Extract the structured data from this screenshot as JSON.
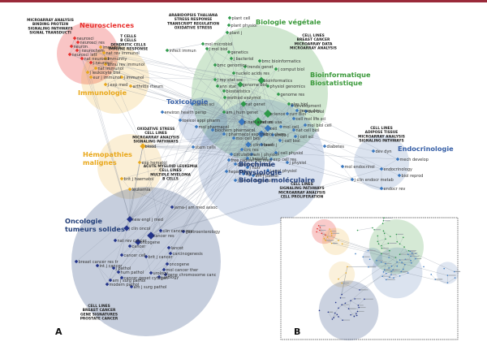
{
  "colors": {
    "topbar": "#9a2a3a",
    "edge": "#7c8698",
    "neuro": "#e8302d",
    "immuno": "#e9a81c",
    "bio_veg": "#3c9a3c",
    "bioinfo": "#3c9a3c",
    "toxico": "#3a62a8",
    "hemato": "#e9a81c",
    "endo": "#3a62a8",
    "biochimie": "#24407a",
    "oncologie": "#24407a",
    "node_green": "#2e9a4a",
    "node_blue": "#3a78c0",
    "node_navy": "#22338a",
    "node_small": "#6a90b0"
  },
  "panel_a": "A",
  "panel_b": "B",
  "clusters": [
    {
      "id": "neuro",
      "label": [
        "Neurosciences"
      ],
      "color": "neuro"
    },
    {
      "id": "immuno",
      "label": [
        "Immunologie"
      ],
      "color": "immuno"
    },
    {
      "id": "bio_veg",
      "label": [
        "Biologie végétale"
      ],
      "color": "bio_veg"
    },
    {
      "id": "bioinfo",
      "label": [
        "Bioinformatique",
        "Biostatistique"
      ],
      "color": "bioinfo"
    },
    {
      "id": "toxico",
      "label": [
        "Toxicologie"
      ],
      "color": "toxico"
    },
    {
      "id": "hemato",
      "label": [
        "Hémopathies",
        "malignes"
      ],
      "color": "hemato"
    },
    {
      "id": "endo",
      "label": [
        "Endocrinologie"
      ],
      "color": "endo"
    },
    {
      "id": "biochimie",
      "label": [
        "Biochimie",
        "Physiologie",
        "Biologie moléculaire"
      ],
      "color": "biochimie"
    },
    {
      "id": "oncologie",
      "label": [
        "Oncologie",
        "tumeurs solides"
      ],
      "color": "oncologie"
    }
  ],
  "annotations": [
    {
      "id": "neuro",
      "lines": [
        "MICROARRAY ANALYSIS",
        "BINDING PROTEIN",
        "SIGNALING PATHWAYS",
        "SIGNAL TRANSDUCTI"
      ]
    },
    {
      "id": "immuno",
      "lines": [
        "T CELLS",
        "B CELLS",
        "DENDRITIC CELLS",
        "IMMUNE RESPONSE"
      ]
    },
    {
      "id": "plant",
      "lines": [
        "ARABIDOPSIS THALIANA",
        "STRESS RESPONSE",
        "TRANSCRIPT REGULATION",
        "OXIDATIVE STRESS"
      ]
    },
    {
      "id": "bioinfo",
      "lines": [
        "CELL LINES",
        "BREAST CANCER",
        "MICROARRAY DATA",
        "MICROARRAY ANALYSIS"
      ]
    },
    {
      "id": "toxico",
      "lines": [
        "OXIDATIVE STRESS",
        "CELL LINES",
        "MICROARRAY ANALYSIS",
        "SIGNALING PATHWAYS"
      ]
    },
    {
      "id": "endo",
      "lines": [
        "CELL LINES",
        "ADIPOSE TISSUE",
        "MICROARRAY ANALYSIS",
        "SIGNALING PATHWAYS"
      ]
    },
    {
      "id": "hemato",
      "lines": [
        "ACUTE MYELOID LEUKEMIA",
        "CELL LINES",
        "MULTIPLE MYELOMA",
        "B CELLS"
      ]
    },
    {
      "id": "biochimie",
      "lines": [
        "CELL LINES",
        "SIGNALING PATHWAYS",
        "MICROARRAY ANALYSIS",
        "CELL PROLIFERATION"
      ]
    },
    {
      "id": "oncologie",
      "lines": [
        "CELL LINES",
        "BREAST CANCER",
        "GENE SIGNATURES",
        "PROSTATE CANCER"
      ]
    }
  ],
  "node_labels": [
    {
      "id": "neurosci",
      "text": "neurosci"
    },
    {
      "id": "neurosci-res",
      "text": "neurosci res"
    },
    {
      "id": "neuron",
      "text": "neuron"
    },
    {
      "id": "j-neurochem",
      "text": "j neurochem"
    },
    {
      "id": "neurosci-lett",
      "text": "neurosci lett"
    },
    {
      "id": "nat-neurosci",
      "text": "nat neurosci"
    },
    {
      "id": "j-neurosci",
      "text": "j neurosci"
    },
    {
      "id": "immunol",
      "text": "immunol"
    },
    {
      "id": "nat-rev-immunol",
      "text": "nat rev immunol"
    },
    {
      "id": "immunity",
      "text": "immunity"
    },
    {
      "id": "annu-rev-immunol",
      "text": "annu rev immunol"
    },
    {
      "id": "nat-immunol",
      "text": "nat immunol"
    },
    {
      "id": "leukocyte-biol",
      "text": "j leukocyte biol"
    },
    {
      "id": "eur-j-immunol",
      "text": "eur j immunol"
    },
    {
      "id": "j-immunol",
      "text": "j immunol"
    },
    {
      "id": "j-exp-med",
      "text": "j exp med"
    },
    {
      "id": "arthritis-rheum",
      "text": "arthritis rheum"
    },
    {
      "id": "infect-immun",
      "text": "infect immun"
    },
    {
      "id": "mol-microbiol",
      "text": "mol microbiol"
    },
    {
      "id": "plant-physiol",
      "text": "plant physiol"
    },
    {
      "id": "plant-cell",
      "text": "plant cell"
    },
    {
      "id": "plant-j",
      "text": "plant j"
    },
    {
      "id": "j-mol-biol",
      "text": "j mol biol"
    },
    {
      "id": "bmc-genomics",
      "text": "bmc genomics"
    },
    {
      "id": "genetics",
      "text": "genetics"
    },
    {
      "id": "j-bacteriol",
      "text": "j bacteriol"
    },
    {
      "id": "bmc-bioinf",
      "text": "bmc bioinformatics"
    },
    {
      "id": "trends-genet",
      "text": "trends genet"
    },
    {
      "id": "comput-biol",
      "text": "j comput biol"
    },
    {
      "id": "nucleic-acids",
      "text": "nucleic acids res"
    },
    {
      "id": "j-roy-stat",
      "text": "j roy stat soc"
    },
    {
      "id": "ann-stat",
      "text": "ann stat"
    },
    {
      "id": "biostatistics",
      "text": "biostatistics"
    },
    {
      "id": "physiol-genomics",
      "text": "physiol genomics"
    },
    {
      "id": "bioinformatics",
      "text": "bioinformatics"
    },
    {
      "id": "method-enzymol",
      "text": "method enzymol"
    },
    {
      "id": "genome-res",
      "text": "genome res"
    },
    {
      "id": "plos-biol",
      "text": "plos biol"
    },
    {
      "id": "genome-biol",
      "text": "genome biol"
    },
    {
      "id": "nat-genet",
      "text": "nat genet"
    },
    {
      "id": "am-j-hum-genet",
      "text": "am j hum genet"
    },
    {
      "id": "science",
      "text": "science"
    },
    {
      "id": "nature",
      "text": "nature"
    },
    {
      "id": "pnas",
      "text": "p natl acad sci usa"
    },
    {
      "id": "cell",
      "text": "cell"
    },
    {
      "id": "j-biol-chem",
      "text": "j biol chem"
    },
    {
      "id": "mol-cell",
      "text": "mol cell"
    },
    {
      "id": "cell-mol-life",
      "text": "cell mol life sci"
    },
    {
      "id": "curr-biol",
      "text": "curr biol"
    },
    {
      "id": "embo-j",
      "text": "embo j"
    },
    {
      "id": "genes-dev",
      "text": "genes dev"
    },
    {
      "id": "nat-cell-biol",
      "text": "nat cell biol"
    },
    {
      "id": "j-cell-biol",
      "text": "j cell biol"
    },
    {
      "id": "j-cell-sci",
      "text": "j cell sci"
    },
    {
      "id": "mol-cell-biol",
      "text": "mol cell biol"
    },
    {
      "id": "mol-biol-cell",
      "text": "mol biol cell"
    },
    {
      "id": "dev-biol",
      "text": "dev biol"
    },
    {
      "id": "development",
      "text": "development"
    },
    {
      "id": "environ-health",
      "text": "environ health persp"
    },
    {
      "id": "toxicol-sci",
      "text": "toxicol sci"
    },
    {
      "id": "toxicol-appl",
      "text": "toxicol appl pharm"
    },
    {
      "id": "mol-pharmacol",
      "text": "mol pharmacol"
    },
    {
      "id": "biochem-pharm",
      "text": "biochem pharmacol"
    },
    {
      "id": "j-pharmacol-exp",
      "text": "j pharmacol exp ther"
    },
    {
      "id": "stem-cells",
      "text": "stem cells"
    },
    {
      "id": "blood",
      "text": "blood"
    },
    {
      "id": "exp-hematol",
      "text": "exp hematol"
    },
    {
      "id": "brit-j-haematol",
      "text": "brit j haematol"
    },
    {
      "id": "leukemia",
      "text": "leukemia"
    },
    {
      "id": "faseb-j",
      "text": "faseb j"
    },
    {
      "id": "j-clin-invest",
      "text": "j clin invest"
    },
    {
      "id": "circ-res",
      "text": "circ res"
    },
    {
      "id": "circulation",
      "text": "circulation"
    },
    {
      "id": "hepatology",
      "text": "hepatology"
    },
    {
      "id": "gastroenterology-b",
      "text": "gastroenterology"
    },
    {
      "id": "j-hepatol",
      "text": "j hepatol"
    },
    {
      "id": "am-j-physiol",
      "text": "am j physiol"
    },
    {
      "id": "free-radical",
      "text": "free radical bio med"
    },
    {
      "id": "j-nutr",
      "text": "j nutr"
    },
    {
      "id": "j-invest-dermatol",
      "text": "j invest dermatol"
    },
    {
      "id": "j-cell-physiol",
      "text": "j cell physiol"
    },
    {
      "id": "exp-cell-res",
      "text": "exp cell res"
    },
    {
      "id": "j-appl-physiol",
      "text": "j appl physiol"
    },
    {
      "id": "j-physiol",
      "text": "j physiol"
    },
    {
      "id": "diabetes",
      "text": "diabetes"
    },
    {
      "id": "mol-endocrinol",
      "text": "mol endocrinol"
    },
    {
      "id": "endocrinology",
      "text": "endocrinology"
    },
    {
      "id": "dev-dyn",
      "text": "dev dyn"
    },
    {
      "id": "mech-develop",
      "text": "mech develop"
    },
    {
      "id": "biol-reprod",
      "text": "biol reprod"
    },
    {
      "id": "j-clin-endocr",
      "text": "j clin endocr metab"
    },
    {
      "id": "endocr-rev",
      "text": "endocr rev"
    },
    {
      "id": "am-j-pathol",
      "text": "am j pathol"
    },
    {
      "id": "lab-invest",
      "text": "lab invest"
    },
    {
      "id": "jama",
      "text": "jama-j am med assoc"
    },
    {
      "id": "new-engl",
      "text": "new engl j med"
    },
    {
      "id": "j-clin-oncol",
      "text": "j clin oncol"
    },
    {
      "id": "cancer-res",
      "text": "cancer res"
    },
    {
      "id": "clin-cancer-res",
      "text": "clin cancer res"
    },
    {
      "id": "oncogene",
      "text": "oncogene"
    },
    {
      "id": "cancer",
      "text": "cancer"
    },
    {
      "id": "gastroenterology",
      "text": "gastroenterology"
    },
    {
      "id": "nat-rev-cancer",
      "text": "nat rev cancer"
    },
    {
      "id": "cancer-cell",
      "text": "cancer cell"
    },
    {
      "id": "breast-cancer-res",
      "text": "breast cancer res tr"
    },
    {
      "id": "int-j-cancer",
      "text": "int j cancer"
    },
    {
      "id": "carcinogenesis",
      "text": "carcinogenesis"
    },
    {
      "id": "brit-j-cancer",
      "text": "brit j cancer"
    },
    {
      "id": "lancet",
      "text": "lancet"
    },
    {
      "id": "oncogene-b",
      "text": "oncogene"
    },
    {
      "id": "mol-cancer-ther",
      "text": "mol cancer ther"
    },
    {
      "id": "urology",
      "text": "urology"
    },
    {
      "id": "j-urology",
      "text": "j urology"
    },
    {
      "id": "am-j-surg-pathol",
      "text": "am j surg pathol"
    },
    {
      "id": "cancer-genet",
      "text": "cancer genet cytogen"
    },
    {
      "id": "genes-chromosome",
      "text": "gene chromosome canc"
    },
    {
      "id": "mod-pathol",
      "text": "modern pathol"
    },
    {
      "id": "hum-pathol",
      "text": "hum pathol"
    },
    {
      "id": "j-pathol",
      "text": "j pathol"
    },
    {
      "id": "j-surg-pathol",
      "text": "am j surg pathol"
    }
  ]
}
